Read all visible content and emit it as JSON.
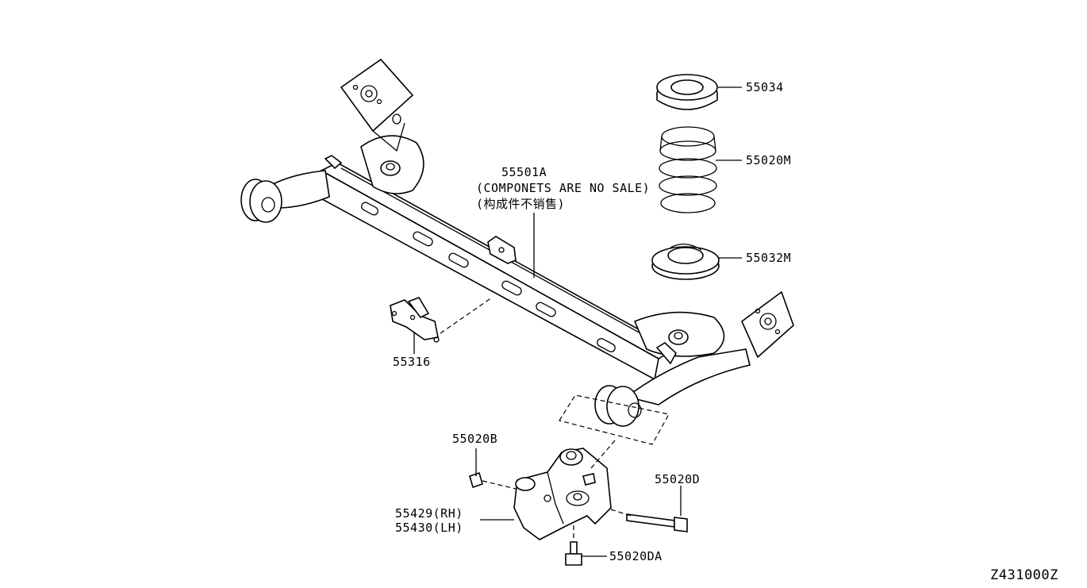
{
  "diagram_code": "Z431000Z",
  "parts": {
    "p55034": "55034",
    "p55020M": "55020M",
    "p55032M": "55032M",
    "p55501A": "55501A",
    "p55501A_note_en": "(COMPONETS ARE NO SALE)",
    "p55501A_note_cn": "(构成件不销售)",
    "p55316": "55316",
    "p55020B": "55020B",
    "p55429": "55429(RH)",
    "p55430": "55430(LH)",
    "p55020D": "55020D",
    "p55020DA": "55020DA"
  }
}
